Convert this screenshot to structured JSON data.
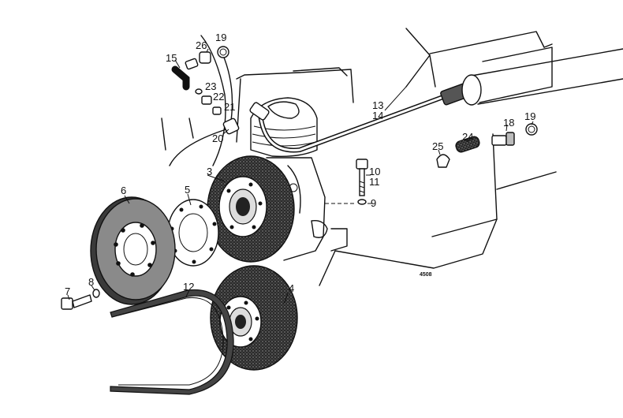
{
  "diagram": {
    "drawing_number": "4508",
    "callouts": {
      "p3": "3",
      "p4": "4",
      "p5": "5",
      "p6": "6",
      "p7": "7",
      "p8": "8",
      "p9": "9",
      "p10": "10",
      "p11": "11",
      "p12": "12",
      "p13": "13",
      "p14": "14",
      "p15": "15",
      "p18": "18",
      "p19a": "19",
      "p19b": "19",
      "p20": "20",
      "p21": "21",
      "p22": "22",
      "p23": "23",
      "p24": "24",
      "p25": "25",
      "p26": "26"
    }
  },
  "colors": {
    "ink": "#111111",
    "paper": "#ffffff",
    "shade": "#3a3a3a"
  }
}
